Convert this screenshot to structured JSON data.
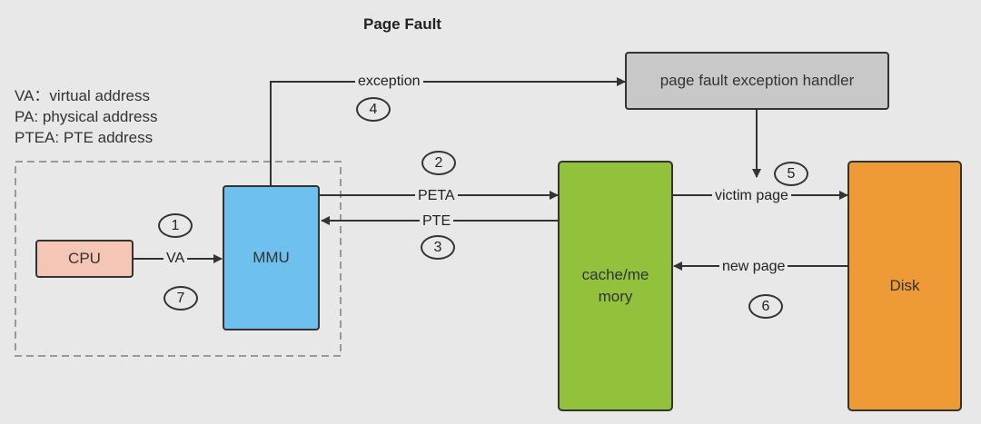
{
  "title": "Page Fault",
  "legend": [
    "VA：virtual address",
    "PA: physical address",
    "PTEA: PTE address"
  ],
  "boxes": {
    "cpu": "CPU",
    "mmu": "MMU",
    "cache": "cache/me\nmory",
    "disk": "Disk",
    "handler": "page fault exception handler"
  },
  "arrows": {
    "va": "VA",
    "peta": "PETA",
    "pte": "PTE",
    "exception": "exception",
    "victim": "victim page",
    "new_page": "new page"
  },
  "steps": [
    "1",
    "2",
    "3",
    "4",
    "5",
    "6",
    "7"
  ],
  "colors": {
    "background": "#e8e8e8",
    "cpu": "#f5c5b5",
    "mmu": "#6ec0ee",
    "cache": "#92c13c",
    "disk": "#ee9a36",
    "handler": "#c8c8c8",
    "line": "#333333"
  }
}
